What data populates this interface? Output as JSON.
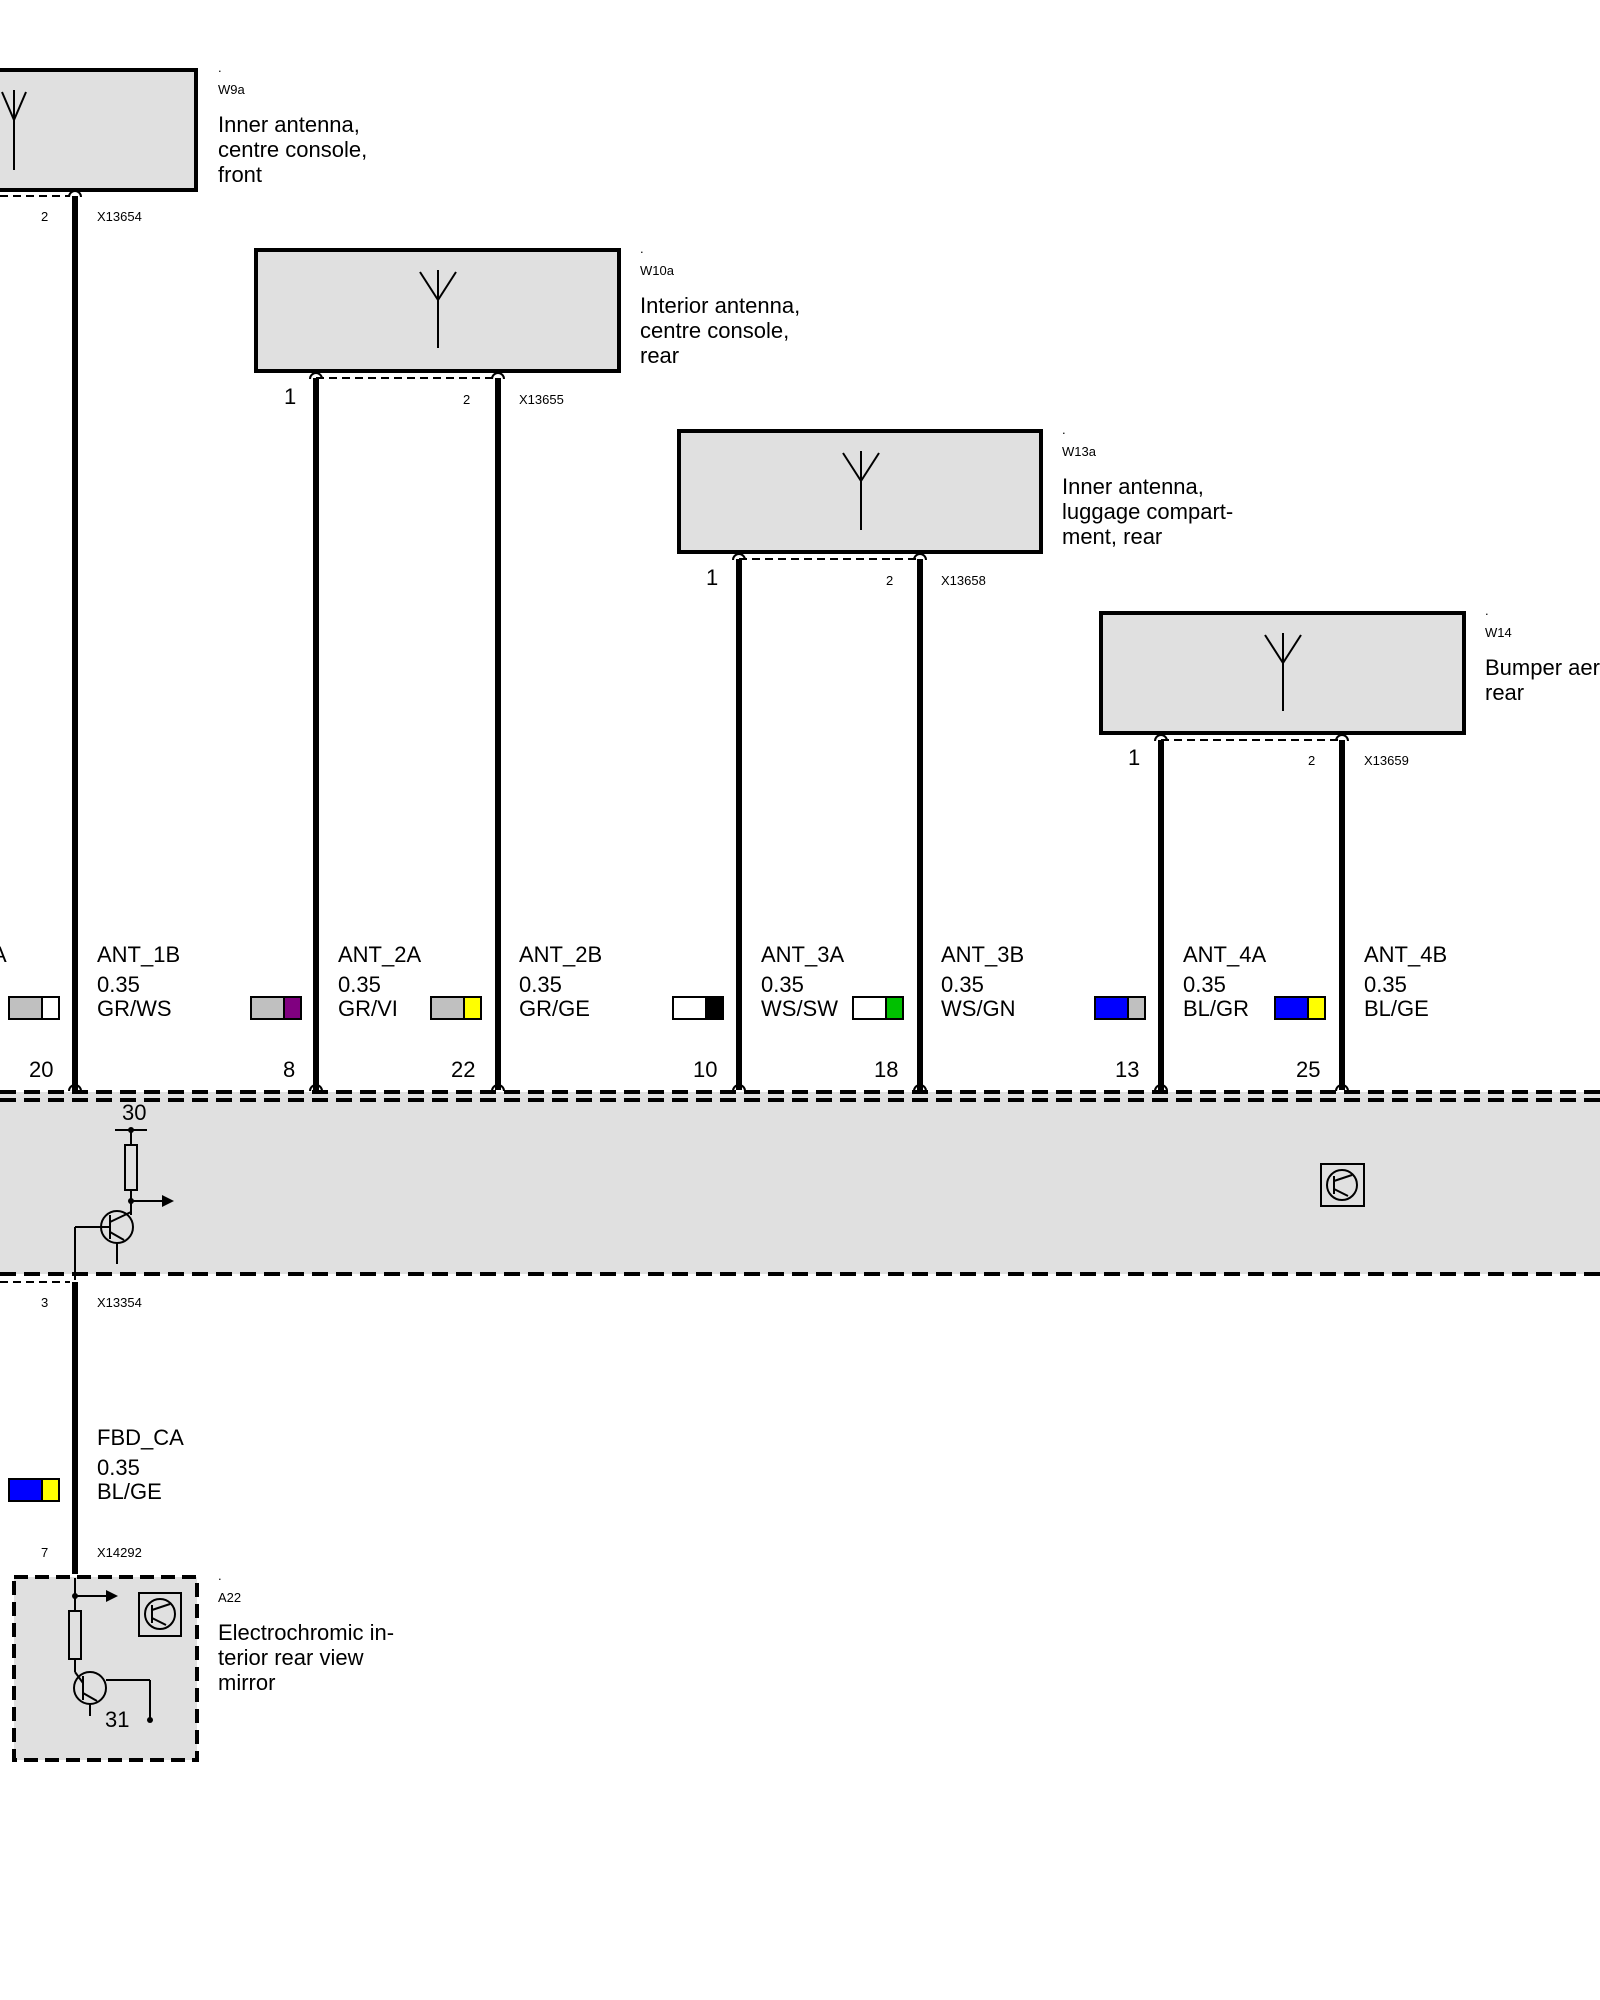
{
  "components": {
    "w9a": {
      "dot": ".",
      "id": "W9a",
      "desc": [
        "Inner antenna,",
        "centre console,",
        "front"
      ],
      "pin": "2",
      "connector": "X13654"
    },
    "w10a": {
      "dot": ".",
      "id": "W10a",
      "desc": [
        "Interior antenna,",
        "centre console,",
        "rear"
      ],
      "pin_left": "1",
      "pin_right": "2",
      "connector": "X13655"
    },
    "w13a": {
      "dot": ".",
      "id": "W13a",
      "desc": [
        "Inner antenna,",
        "luggage compart-",
        "ment, rear"
      ],
      "pin_left": "1",
      "pin_right": "2",
      "connector": "X13658"
    },
    "w14": {
      "dot": ".",
      "id": "W14",
      "desc": [
        "Bumper aer",
        "rear"
      ],
      "pin_left": "1",
      "pin_right": "2",
      "connector": "X13659"
    },
    "a22": {
      "dot": ".",
      "id": "A22",
      "desc": [
        "Electrochromic in-",
        "terior rear view",
        "mirror"
      ],
      "pin": "7",
      "connector": "X14292",
      "ground": "31"
    }
  },
  "wires": [
    {
      "name": "ANT_1B",
      "gauge": "0.35",
      "color": "GR/WS",
      "pin": "20",
      "swatch": [
        "#c0c0c0",
        "#ffffff"
      ]
    },
    {
      "name": "ANT_2A",
      "gauge": "0.35",
      "color": "GR/VI",
      "pin": "8",
      "swatch": [
        "#c0c0c0",
        "#800080"
      ]
    },
    {
      "name": "ANT_2B",
      "gauge": "0.35",
      "color": "GR/GE",
      "pin": "22",
      "swatch": [
        "#c0c0c0",
        "#ffff00"
      ]
    },
    {
      "name": "ANT_3A",
      "gauge": "0.35",
      "color": "WS/SW",
      "pin": "10",
      "swatch": [
        "#ffffff",
        "#000000"
      ]
    },
    {
      "name": "ANT_3B",
      "gauge": "0.35",
      "color": "WS/GN",
      "pin": "18",
      "swatch": [
        "#ffffff",
        "#00c000"
      ]
    },
    {
      "name": "ANT_4A",
      "gauge": "0.35",
      "color": "BL/GR",
      "pin": "13",
      "swatch": [
        "#0000ff",
        "#c0c0c0"
      ]
    },
    {
      "name": "ANT_4B",
      "gauge": "0.35",
      "color": "BL/GE",
      "pin": "25",
      "swatch": [
        "#0000ff",
        "#ffff00"
      ]
    }
  ],
  "control_unit": {
    "supply": "30",
    "pin": "3",
    "connector": "X13354"
  },
  "lower_wire": {
    "name": "FBD_CA",
    "gauge": "0.35",
    "color": "BL/GE",
    "swatch": [
      "#0000ff",
      "#ffff00"
    ]
  },
  "left_cut_label": "A"
}
